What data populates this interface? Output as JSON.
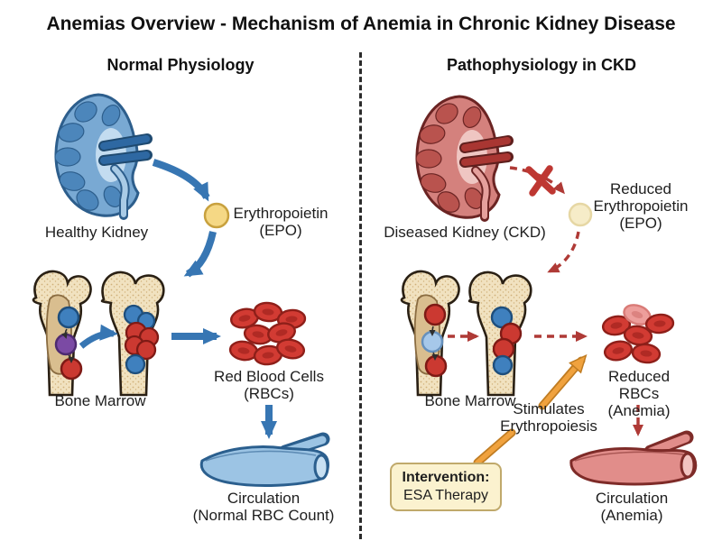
{
  "title": "Anemias Overview - Mechanism of Anemia in Chronic Kidney Disease",
  "left_panel": {
    "header": "Normal Physiology",
    "kidney_label": "Healthy Kidney",
    "epo_label": "Erythropoietin\n(EPO)",
    "bone_marrow_label": "Bone Marrow",
    "rbc_label": "Red Blood Cells\n(RBCs)",
    "circulation_label": "Circulation\n(Normal RBC Count)"
  },
  "right_panel": {
    "header": "Pathophysiology in CKD",
    "kidney_label": "Diseased Kidney (CKD)",
    "epo_label": "Reduced\nErythropoietin\n(EPO)",
    "bone_marrow_label": "Bone Marrow",
    "rbc_label": "Reduced RBCs\n(Anemia)",
    "stimulates_label": "Stimulates\nErythropoiesis",
    "intervention": {
      "title": "Intervention:",
      "body": "ESA Therapy"
    },
    "circulation_label": "Circulation\n(Anemia)"
  },
  "colors": {
    "text": "#1e1e1e",
    "blue_arrow": "#3776B3",
    "healthy_kidney_cortex": "#79A9D3",
    "healthy_kidney_outline": "#2D5E8C",
    "diseased_kidney_cortex": "#D4817D",
    "diseased_kidney_outline": "#6B2423",
    "epo": "#F5D885",
    "epo_reduced": "#F6ECC8",
    "bone": "#F1E2C0",
    "marrow_cavity": "#D9BE8F",
    "cell_blue": "#3F80BE",
    "cell_purple": "#7B4AA4",
    "cell_light_blue": "#A6C8EA",
    "rbc_red": "#D23B33",
    "rbc_pale": "#ED9E9B",
    "red_dashed_arrow": "#AF3A36",
    "x_mark": "#BE3732",
    "orange_arrow": "#F0A23E",
    "intervention_box_fill": "#FBF2CF",
    "intervention_box_border": "#C0A96B",
    "vessel_blue": "#9CC4E4",
    "vessel_red": "#E18D8A"
  }
}
